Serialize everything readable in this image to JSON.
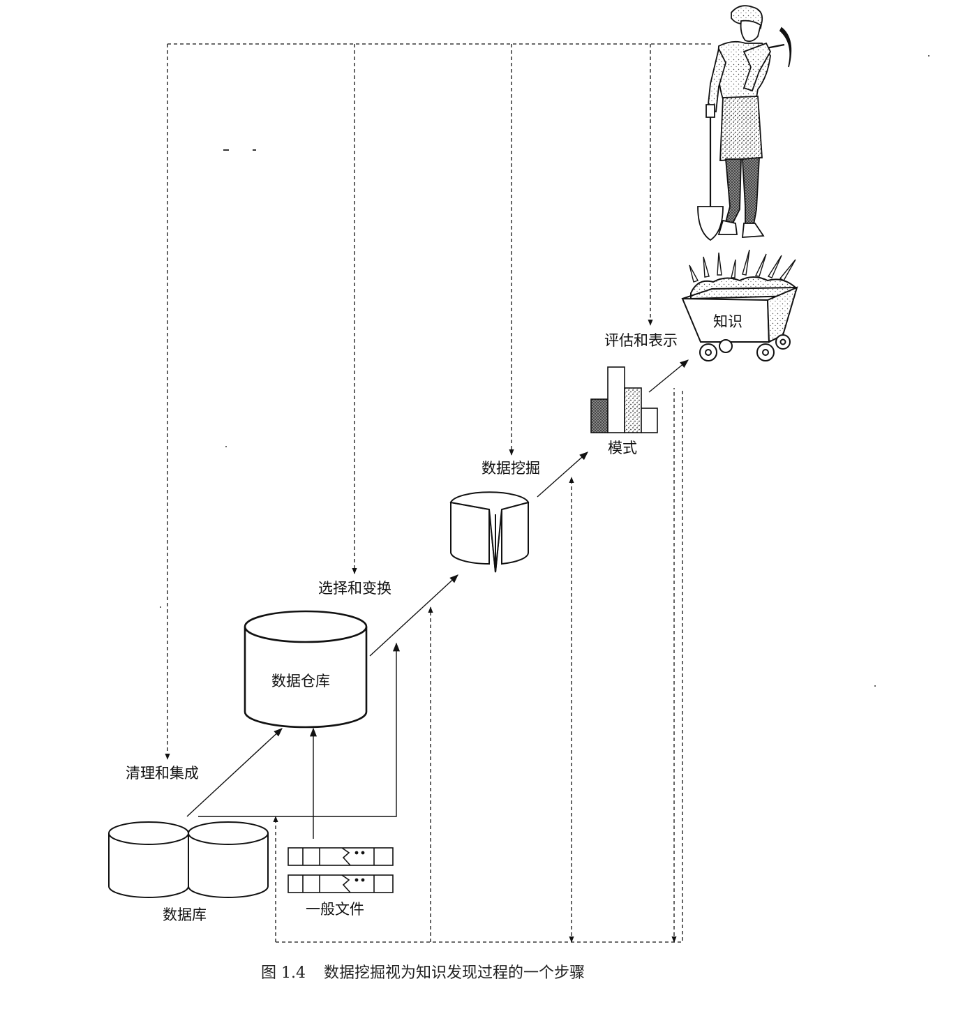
{
  "labels": {
    "cleaning": "清理和集成",
    "selection": "选择和变换",
    "mining": "数据挖掘",
    "evaluation": "评估和表示",
    "warehouse": "数据仓库",
    "databases": "数据库",
    "flat_files": "一般文件",
    "patterns": "模式",
    "knowledge": "知识"
  },
  "caption": {
    "number": "图 1.4",
    "text": "数据挖掘视为知识发现过程的一个步骤"
  },
  "icons": {
    "miner": "miner-with-pickaxe-icon",
    "cart": "ore-cart-icon",
    "warehouse": "cylinder-icon",
    "databases": "twin-cylinder-icon",
    "flat_files": "file-record-icon",
    "mining": "cylinder-with-wedge-icon",
    "patterns": "bar-chart-icon"
  },
  "colors": {
    "ink": "#111111",
    "paper": "#ffffff"
  }
}
